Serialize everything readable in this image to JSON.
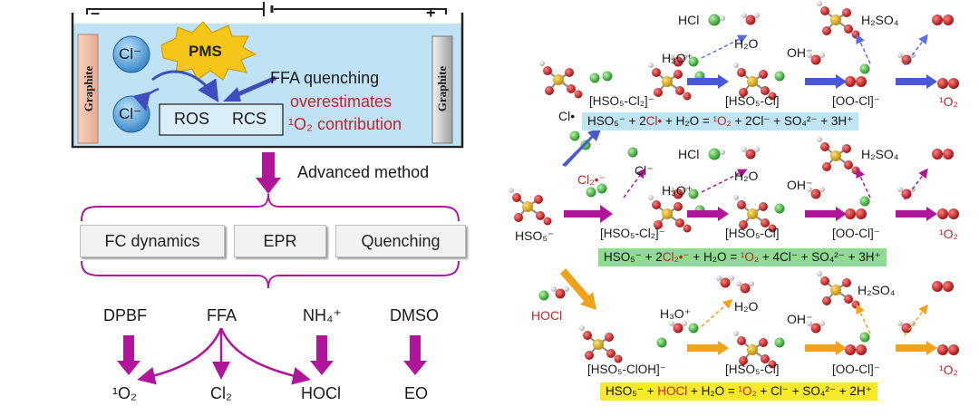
{
  "cell": {
    "minus": "–",
    "plus": "+",
    "electrode_left": "Graphite",
    "electrode_right": "Graphite",
    "chloride_top": "Cl⁻",
    "chloride_bottom": "Cl⁻",
    "pms": "PMS",
    "ros": "ROS",
    "rcs": "RCS",
    "ffa_quenching": "FFA quenching",
    "overestimates": "overestimates",
    "singlet_contribution": "¹O₂ contribution"
  },
  "advanced_method": "Advanced method",
  "methods": [
    "FC dynamics",
    "EPR",
    "Quenching"
  ],
  "probes": [
    "DPBF",
    "FFA",
    "NH₄⁺",
    "DMSO"
  ],
  "products": [
    "¹O₂",
    "Cl₂",
    "HOCl",
    "EO"
  ],
  "right": {
    "hso5": "HSO₅⁻",
    "cl_radical": "Cl•",
    "cl2_radical": "Cl₂•⁻",
    "cl_minus": "Cl⁻",
    "hocl": "HOCl",
    "hcl": "HCl",
    "h3o": "H₃O⁺",
    "h2o": "H₂O",
    "oh": "OH⁻",
    "h2so4": "H₂SO₄",
    "singlet": "¹O₂",
    "row1_intermediates": [
      "[HSO₅-Cl₂]⁻",
      "[HSO₅-Cl]",
      "[OO-Cl]⁻"
    ],
    "row2_intermediates": [
      "[HSO₅-Cl₂]⁻",
      "[HSO₅-Cl]",
      "[OO-Cl]⁻"
    ],
    "row3_intermediates": [
      "[HSO₅-ClOH]⁻",
      "[HSO₅-Cl]",
      "[OO-Cl]⁻"
    ],
    "eq1": {
      "a": "HSO₅⁻ + 2",
      "b": "Cl•",
      "c": " + H₂O = ",
      "d": "¹O₂",
      "e": " + 2Cl⁻ + SO₄²⁻ + 3H⁺"
    },
    "eq2": {
      "a": "HSO₅⁻ + 2",
      "b": "Cl₂•⁻",
      "c": " + H₂O = ",
      "d": "¹O₂",
      "e": " + 4Cl⁻ + SO₄²⁻ + 3H⁺"
    },
    "eq3": {
      "a": "HSO₅⁻ + ",
      "b": "HOCl",
      "c": " + H₂O = ",
      "d": "¹O₂",
      "e": " + Cl⁻ + SO₄²⁻ + 2H⁺"
    }
  },
  "colors": {
    "cell_fill": "#bfe3f5",
    "magenta": "#b0169a",
    "blue_arrow": "#4a5bd1",
    "orange_arrow": "#f0a21a",
    "eq1_bg": "#bfe4f2",
    "eq2_bg": "#8fdc8f",
    "eq3_bg": "#f7e92b"
  }
}
